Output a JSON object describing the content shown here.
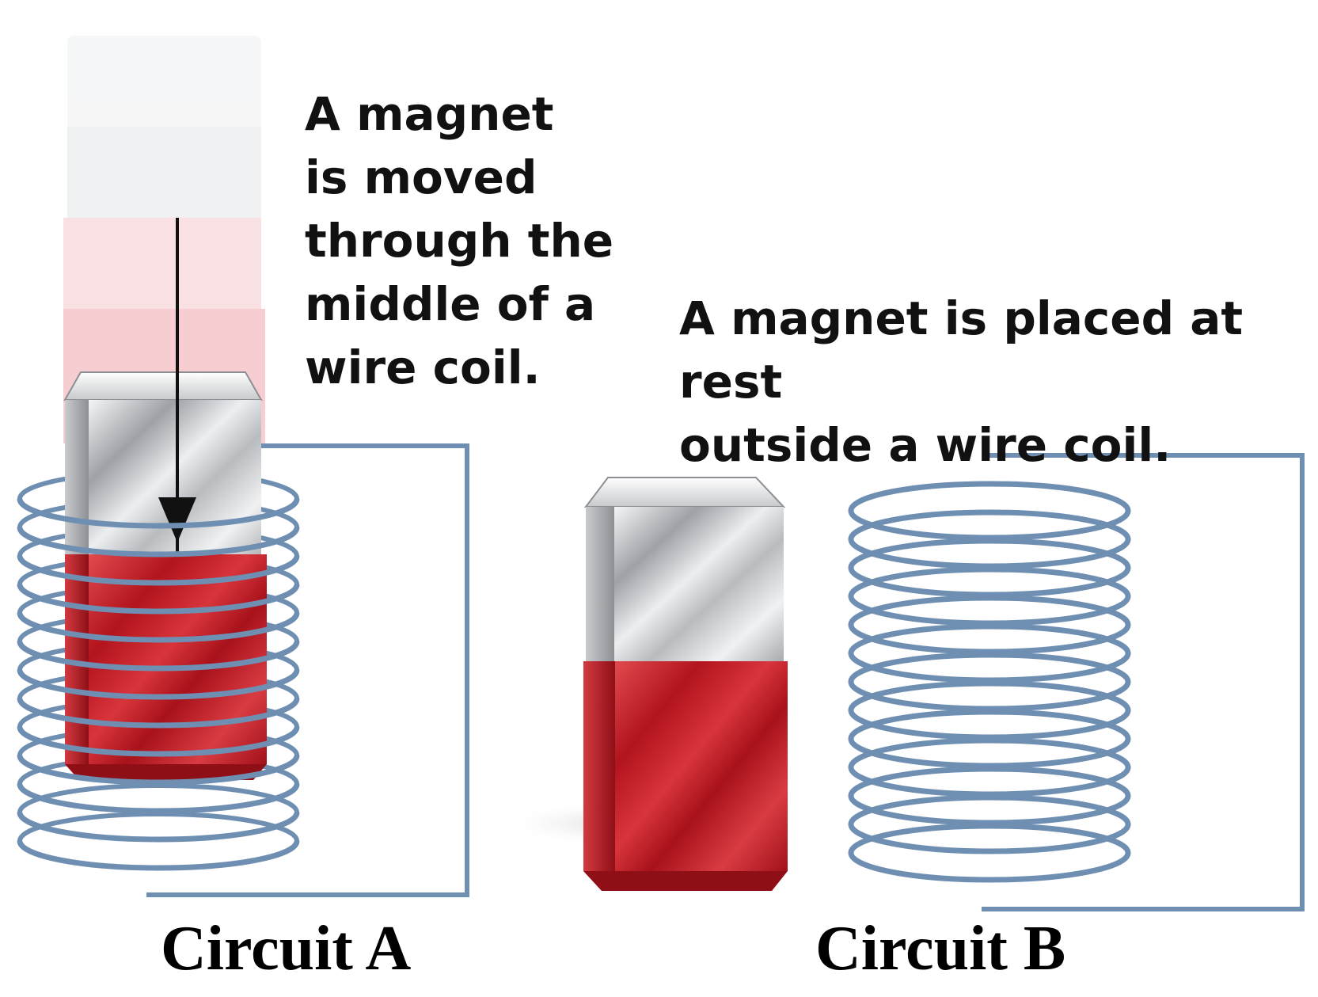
{
  "circuit_a": {
    "description": "A magnet\nis moved\nthrough the\nmiddle of a\nwire coil.",
    "caption": "Circuit A",
    "coil_color": "#6f8fb2",
    "magnet_north_color": "#c8cacc",
    "magnet_south_color": "#c51f2a"
  },
  "circuit_b": {
    "description": "A magnet is placed at rest\noutside a wire coil.",
    "caption": "Circuit B",
    "coil_color": "#6f8fb2",
    "magnet_north_color": "#c8cacc",
    "magnet_south_color": "#c51f2a"
  }
}
